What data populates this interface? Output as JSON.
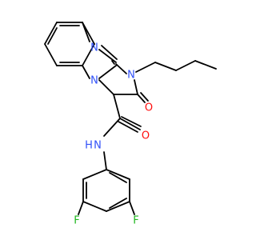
{
  "colors": {
    "bond": "#000000",
    "nitrogen": "#3050F8",
    "oxygen": "#FF0D0D",
    "fluorine": "#1FB81F",
    "carbon": "#000000"
  },
  "atoms": {
    "n_ring_top": "N",
    "n_ring_right": "N",
    "n_ring_bridge": "N",
    "o_ring": "O",
    "o_amide": "O",
    "nh_amide": "N",
    "h_amide": "H",
    "f_meta": "F",
    "f_para": "F"
  }
}
